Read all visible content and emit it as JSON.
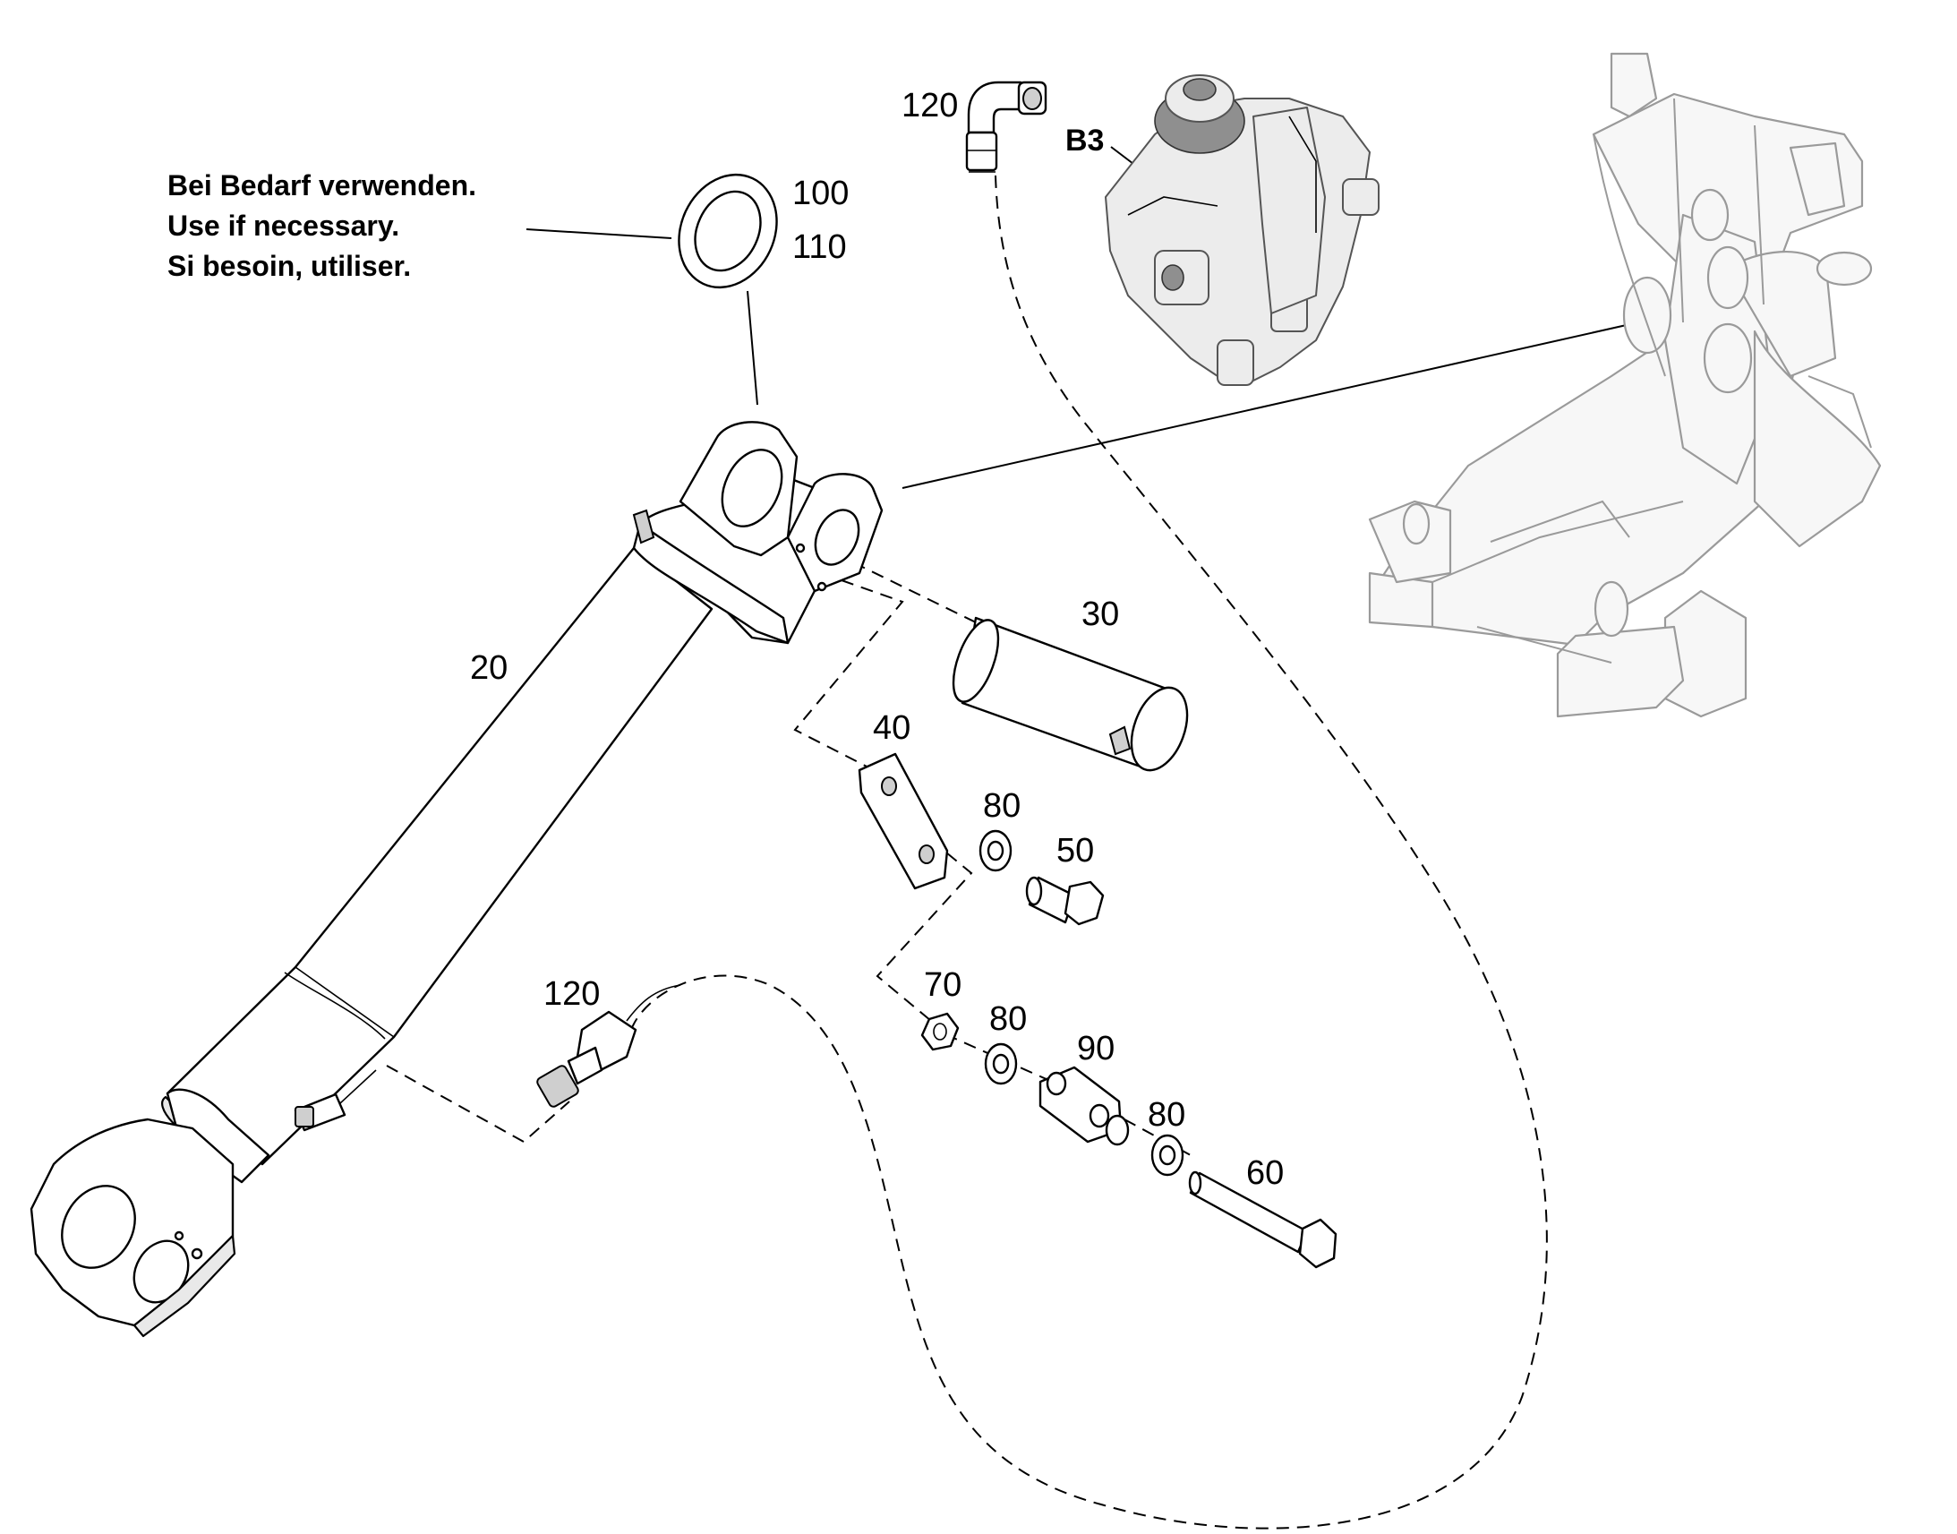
{
  "note": {
    "lines": [
      "Bei Bedarf verwenden.",
      "Use if necessary.",
      "Si besoin, utiliser."
    ]
  },
  "labels": {
    "p100": "100",
    "p110": "110",
    "p120_top": "120",
    "b3": "B3",
    "p20": "20",
    "p30": "30",
    "p40": "40",
    "p80_a": "80",
    "p50": "50",
    "p120_mid": "120",
    "p70": "70",
    "p80_b": "80",
    "p90": "90",
    "p80_c": "80",
    "p60": "60"
  }
}
